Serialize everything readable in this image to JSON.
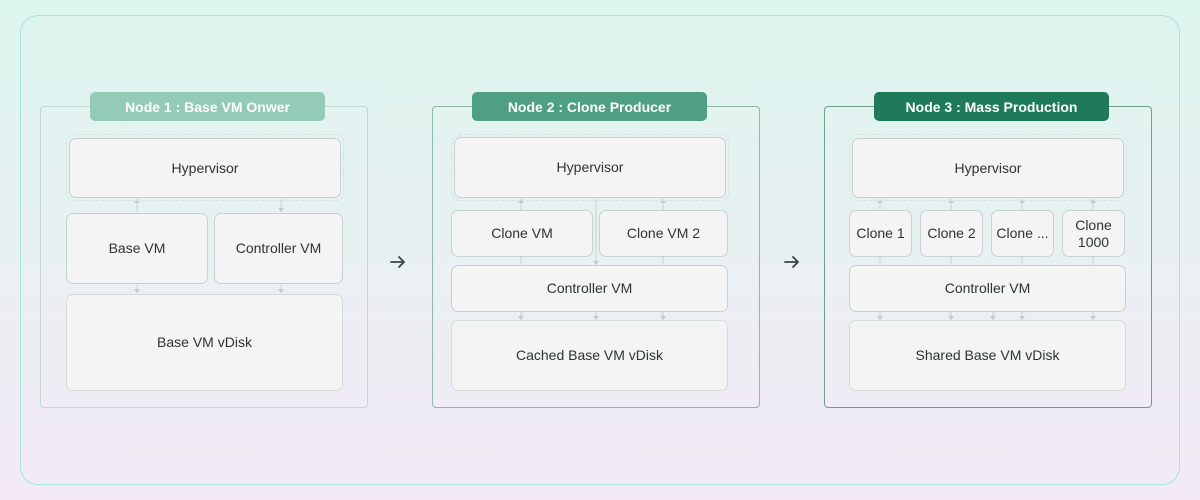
{
  "nodes": [
    {
      "title": "Node 1 : Base VM Onwer",
      "color": "#93cbb7",
      "hypervisor": "Hypervisor",
      "vms": [
        "Base VM",
        "Controller VM"
      ],
      "disk": "Base VM vDisk"
    },
    {
      "title": "Node 2 : Clone Producer",
      "color": "#4f9f83",
      "hypervisor": "Hypervisor",
      "vms": [
        "Clone VM",
        "Clone VM 2"
      ],
      "controller": "Controller VM",
      "disk": "Cached Base VM vDisk"
    },
    {
      "title": "Node 3 : Mass Production",
      "color": "#1f7a5a",
      "hypervisor": "Hypervisor",
      "vms": [
        "Clone 1",
        "Clone 2",
        "Clone ...",
        "Clone 1000"
      ],
      "controller": "Controller VM",
      "disk": "Shared Base VM vDisk"
    }
  ],
  "flow_arrows": [
    "arrow-right-icon",
    "arrow-right-icon"
  ]
}
